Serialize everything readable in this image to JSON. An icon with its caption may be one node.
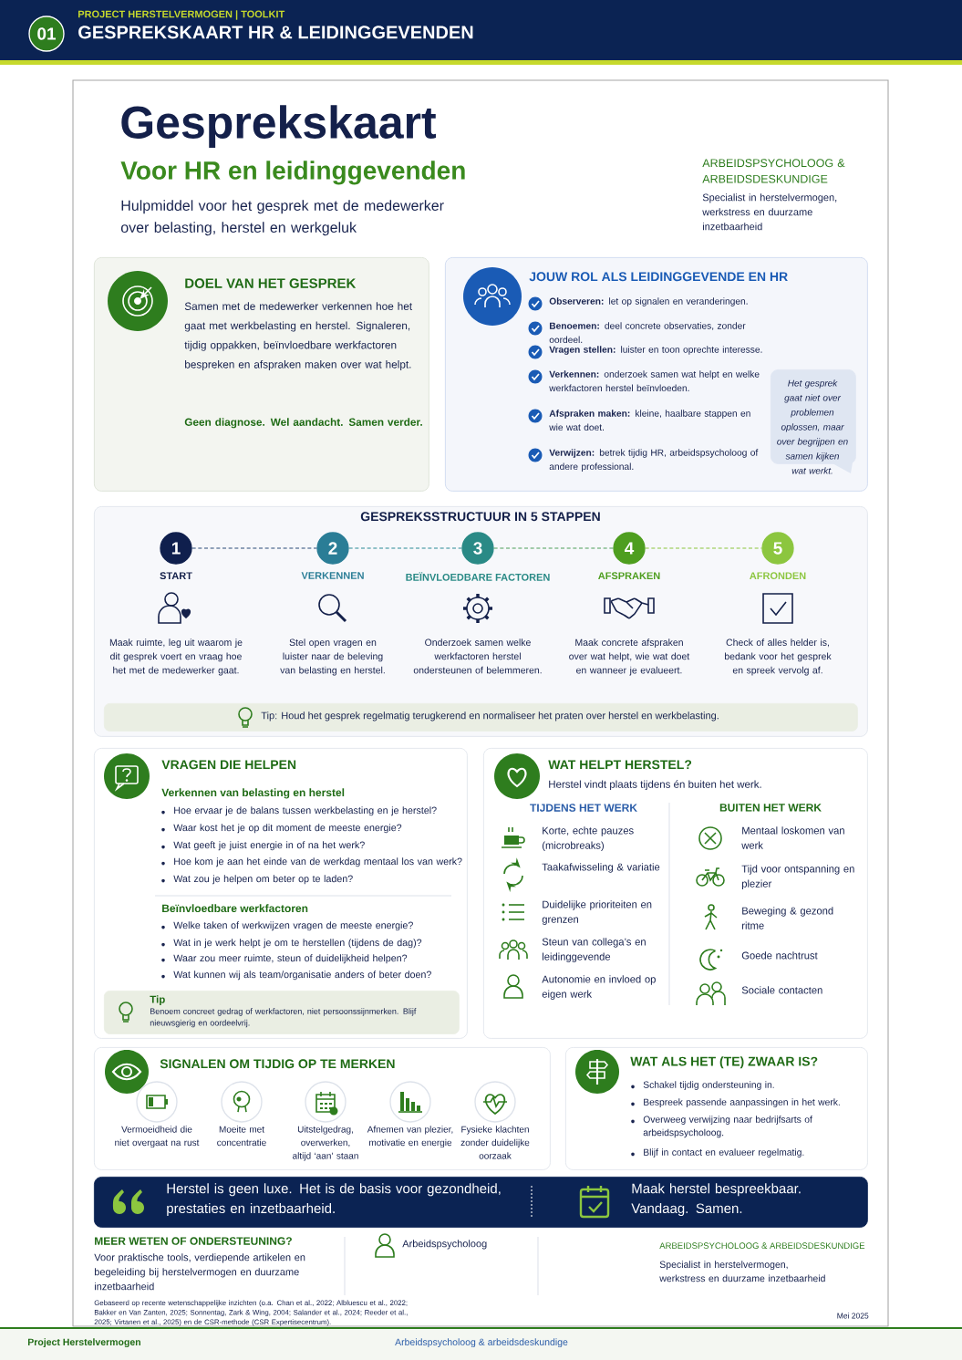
{
  "diagram": {
    "title": "Gesprekskaart",
    "nodes": [
      {
        "text": [
          "01"
        ]
      },
      {
        "text": [
          "DOEL VAN HET GESPREK",
          "Samen met de medewerker verkennen hoe het gaat met werkbelasting en herstel. Signaleren, tijdig oppakken, beïnvloedbare werkfactoren bespreken en afspraken maken over wat helpt.",
          "Geen diagnose. Wel aandacht. Samen verder."
        ]
      },
      {
        "text": [
          "JOUW ROL ALS LEIDINGGEVENDE EN HR",
          "**Observeren:** let op signalen en veranderingen.",
          "**Benoemen:** deel concrete observaties, zonder oordeel.",
          "**Vragen stellen:** luister en toon oprechte interesse.",
          "**Verkennen:** onderzoek samen wat helpt en welke werkfactoren herstel beïnvloeden.",
          "**Afspraken maken:** kleine, haalbare stappen en wie wat doet.",
          "**Verwijzen:** betrek tijdig HR, arbeidspsycholoog of andere professional."
        ]
      },
      {
        "text": [
          "Het gesprek gaat niet over problemen oplossen, maar over begrijpen en samen kijken wat werkt."
        ],
        "in": 2
      },
      {
        "text": [
          "GESPREKSSTRUCTUUR IN 5 STAPPEN"
        ]
      },
      {
        "text": [
          "1"
        ],
        "in": 4,
        "beside": [
          "START"
        ]
      },
      {
        "text": [
          "2"
        ],
        "in": 4,
        "beside": [
          "VERKENNEN"
        ]
      },
      {
        "text": [
          "3"
        ],
        "in": 4,
        "beside": [
          "BEÏNVLOEDBARE FACTOREN"
        ]
      },
      {
        "text": [
          "4"
        ],
        "in": 4,
        "beside": [
          "AFSPRAKEN"
        ]
      },
      {
        "text": [
          "5"
        ],
        "in": 4,
        "beside": [
          "AFRONDEN"
        ]
      },
      {
        "text": [
          "Tip: Houd het gesprek regelmatig terugkerend en normaliseer het praten over herstel en werkbelasting."
        ],
        "in": 4
      },
      {
        "text": [
          "VRAGEN DIE HELPEN",
          "Verkennen van belasting en herstel",
          "Hoe ervaar je de balans tussen werkbelasting en je herstel?",
          "Waar kost het je op dit moment de meeste energie?",
          "Wat geeft je juist energie in of na het werk?",
          "Hoe kom je aan het einde van de werkdag mentaal los van werk?",
          "Wat zou je helpen om beter op te laden?",
          "Beïnvloedbare werkfactoren",
          "Welke taken of werkwijzen vragen de meeste energie?",
          "Wat in je werk helpt je om te herstellen (tijdens de dag)?",
          "Waar zou meer ruimte, steun of duidelijkheid helpen?",
          "Wat kunnen wij als team/organisatie anders of beter doen?"
        ]
      },
      {
        "text": [
          "Tip",
          "Benoem concreet gedrag of werkfactoren, niet persoonssijnmerken. Blijf nieuwsgierig en oordeelvrij."
        ],
        "in": 11
      },
      {
        "text": [
          "WAT HELPT HERSTEL?",
          "Herstel vindt plaats tijdens én buiten het werk.",
          "TIJDENS HET WERK",
          "Korte, echte pauzes (microbreaks)",
          "Taakafwisseling & variatie",
          "Duidelijke prioriteiten en grenzen",
          "Steun van collega’s en leidinggevende",
          "Autonomie en invloed op eigen werk",
          "BUITEN HET WERK",
          "Mentaal loskomen van werk",
          "Tijd voor ontspanning en plezier",
          "Beweging & gezond ritme",
          "Goede nachtrust",
          "Sociale contacten"
        ]
      },
      {
        "text": [
          "SIGNALEN OM TIJDIG OP TE MERKEN"
        ]
      },
      {
        "text": [],
        "shape": "circle",
        "in": 14,
        "beside": [
          "Vermoeidheid die niet overgaat na rust"
        ]
      },
      {
        "text": [],
        "shape": "circle",
        "in": 14,
        "beside": [
          "Moeite met concentratie"
        ]
      },
      {
        "text": [],
        "shape": "circle",
        "in": 14,
        "beside": [
          "Uitstelgedrag, overwerken, altijd ‘aan’ staan"
        ]
      },
      {
        "text": [],
        "shape": "circle",
        "in": 14,
        "beside": [
          "Afnemen van plezier, motivatie en energie"
        ]
      },
      {
        "text": [],
        "shape": "circle",
        "in": 14,
        "beside": [
          "Fysieke klachten zonder duidelijke oorzaak"
        ]
      },
      {
        "text": [
          "WAT ALS HET (TE) ZWAAR IS?",
          "Schakel tijdig ondersteuning in.",
          "Bespreek passende aanpassingen in het werk.",
          "Overweeg verwijzing naar bedrijfsarts of arbeidspsycholoog.",
          "Blijf in contact en evalueer regelmatig."
        ]
      },
      {
        "text": [
          "Herstel is geen luxe. Het is de basis voor gezondheid, prestaties en inzetbaarheid.",
          "Maak herstel bespreekbaar. Vandaag. Samen."
        ]
      }
    ],
    "edges": [
      {
        "from": 5,
        "to": 6,
        "arrow": "none",
        "style": "dashed",
        "color": "#2a4a78"
      },
      {
        "from": 6,
        "to": 7,
        "arrow": "none",
        "style": "dashed",
        "color": "#2a8a96"
      },
      {
        "from": 7,
        "to": 8,
        "arrow": "none",
        "style": "dashed",
        "color": "#4e9e5a"
      },
      {
        "from": 8,
        "to": 9,
        "arrow": "none",
        "style": "dashed",
        "color": "#8cc63f"
      }
    ],
    "labels": [
      "PROJECT HERSTELVERMOGEN | TOOLKIT",
      "GESPREKSKAART HR & LEIDINGGEVENDEN",
      "Voor HR en leidinggevenden",
      "Hulpmiddel voor het gesprek met de medewerker over belasting, herstel en werkgeluk",
      "ARBEIDSPSYCHOLOOG & ARBEIDSDESKUNDIGE",
      "Specialist in herstelvermogen, werkstress en duurzame inzetbaarheid",
      "Maak ruimte, leg uit waarom je dit gesprek voert en vraag hoe het met de medewerker gaat.",
      "Stel open vragen en luister naar de beleving van belasting en herstel.",
      "Onderzoek samen welke werkfactoren herstel ondersteunen of belemmeren.",
      "Maak concrete afspraken over wat helpt, wie wat doet en wanneer je evalueert.",
      "Check of alles helder is, bedank voor het gesprek en spreek vervolg af.",
      "MEER WETEN OF ONDERSTEUNING?",
      "Voor praktische tools, verdiepende artikelen en begeleiding bij herstelvermogen en duurzame inzetbaarheid",
      "Arbeidspsycholoog",
      "ARBEIDSPSYCHOLOOG & ARBEIDSDESKUNDIGE",
      "Specialist in herstelvermogen, werkstress en duurzame inzetbaarheid",
      "Gebaseerd op recente wetenschappelijke inzichten (o.a. Chan et al., 2022; Albluescu et al., 2022; Bakker en Van Zanten, 2025; Sonnentag, Zark & Wing, 2004; Salander et al., 2024; Reeder et al., 2025; Virtanen et al., 2025) en de CSR-methode (CSR Expertisecentrum).",
      "Mei 2025",
      "Project Herstelvermogen",
      "Arbeidspsycholoog & arbeidsdeskundige"
    ]
  }
}
